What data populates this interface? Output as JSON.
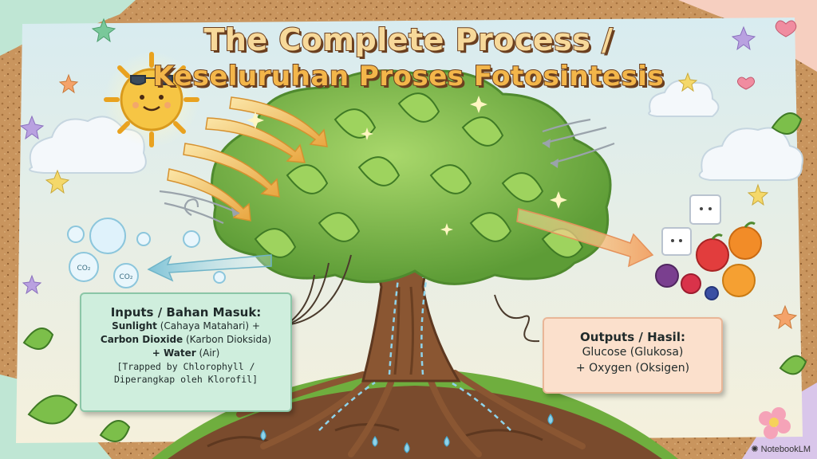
{
  "title": {
    "line1": "The Complete Process /",
    "line2": "Keseluruhan Proses Fotosintesis"
  },
  "co2_bubbles": [
    "CO₂",
    "CO₂"
  ],
  "inputs": {
    "heading": "Inputs / Bahan Masuk:",
    "sunlight_term": "Sunlight",
    "sunlight_rest": " (Cahaya Matahari) +",
    "co2_term": "Carbon Dioxide",
    "co2_rest": " (Karbon Dioksida)",
    "water_prefix": "+ ",
    "water_term": "Water",
    "water_rest": " (Air)",
    "note1": "[Trapped by Chlorophyll /",
    "note2": "Diperangkap oleh Klorofil]"
  },
  "outputs": {
    "heading": "Outputs / Hasil:",
    "line1": "Glucose (Glukosa)",
    "line2": "+ Oxygen (Oksigen)"
  },
  "brand": "NotebookLM",
  "colors": {
    "cork": "#c9955e",
    "sky": "#e3f0f2",
    "leaf": "#7cbf4a",
    "trunk": "#8a5632",
    "soil": "#7a4b2d",
    "grass": "#6fae3e",
    "sun": "#f6c544",
    "input_box": "#cfeedd",
    "output_box": "#fbe0cc",
    "title_fill": "#f7d99a",
    "title_stroke": "#6b3f1f"
  }
}
